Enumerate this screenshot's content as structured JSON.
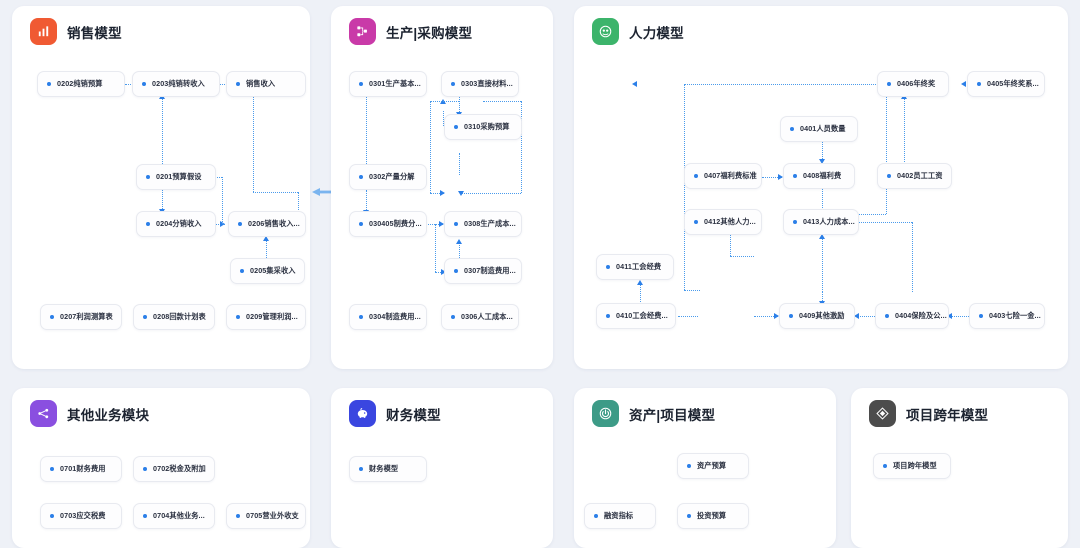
{
  "background_color": "#eef1f7",
  "accent_color": "#2b7fe8",
  "panels": [
    {
      "id": "sales",
      "title": "销售模型",
      "icon_name": "bar-chart-icon",
      "icon_color": "#f05a33",
      "nodes": [
        {
          "id": "0202",
          "label": "0202纯销预算"
        },
        {
          "id": "0203",
          "label": "0203纯销转收入"
        },
        {
          "id": "sales_rev",
          "label": "销售收入"
        },
        {
          "id": "0201",
          "label": "0201预算假设"
        },
        {
          "id": "0204",
          "label": "0204分销收入"
        },
        {
          "id": "0206",
          "label": "0206销售收入..."
        },
        {
          "id": "0205",
          "label": "0205集采收入"
        },
        {
          "id": "0207",
          "label": "0207利润测算表"
        },
        {
          "id": "0208",
          "label": "0208回款计划表"
        },
        {
          "id": "0209",
          "label": "0209管理利润..."
        }
      ]
    },
    {
      "id": "production",
      "title": "生产|采购模型",
      "icon_name": "flow-nodes-icon",
      "icon_color": "#c93aa8",
      "nodes": [
        {
          "id": "0301",
          "label": "0301生产基本..."
        },
        {
          "id": "0303",
          "label": "0303直接材料..."
        },
        {
          "id": "0310",
          "label": "0310采购预算"
        },
        {
          "id": "0302",
          "label": "0302产量分解"
        },
        {
          "id": "030405",
          "label": "030405制费分..."
        },
        {
          "id": "0308",
          "label": "0308生产成本..."
        },
        {
          "id": "0307",
          "label": "0307制造费用..."
        },
        {
          "id": "0304",
          "label": "0304制造费用..."
        },
        {
          "id": "0306",
          "label": "0306人工成本..."
        }
      ]
    },
    {
      "id": "hr",
      "title": "人力模型",
      "icon_name": "people-circle-icon",
      "icon_color": "#3cb46b",
      "nodes": [
        {
          "id": "0406",
          "label": "0406年终奖"
        },
        {
          "id": "0405",
          "label": "0405年终奖系..."
        },
        {
          "id": "0401",
          "label": "0401人员数量"
        },
        {
          "id": "0407",
          "label": "0407福利费标准"
        },
        {
          "id": "0408",
          "label": "0408福利费"
        },
        {
          "id": "0402",
          "label": "0402员工工资"
        },
        {
          "id": "0412",
          "label": "0412其他人力..."
        },
        {
          "id": "0413",
          "label": "0413人力成本..."
        },
        {
          "id": "0411",
          "label": "0411工会经费"
        },
        {
          "id": "0410",
          "label": "0410工会经费..."
        },
        {
          "id": "0409",
          "label": "0409其他激励"
        },
        {
          "id": "0404",
          "label": "0404保险及公..."
        },
        {
          "id": "0403",
          "label": "0403七险一金..."
        }
      ]
    },
    {
      "id": "other_business",
      "title": "其他业务模块",
      "icon_name": "branch-icon",
      "icon_color": "#8a4fe0",
      "nodes": [
        {
          "id": "0701",
          "label": "0701财务费用"
        },
        {
          "id": "0702",
          "label": "0702税金及附加"
        },
        {
          "id": "0703",
          "label": "0703应交税费"
        },
        {
          "id": "0704",
          "label": "0704其他业务..."
        },
        {
          "id": "0705",
          "label": "0705营业外收支"
        }
      ]
    },
    {
      "id": "finance",
      "title": "财务模型",
      "icon_name": "piggy-bank-icon",
      "icon_color": "#3a46e0",
      "nodes": [
        {
          "id": "fin",
          "label": "财务模型"
        }
      ]
    },
    {
      "id": "asset",
      "title": "资产|项目模型",
      "icon_name": "power-circle-icon",
      "icon_color": "#3d9b87",
      "nodes": [
        {
          "id": "asset_budget",
          "label": "资产预算"
        },
        {
          "id": "fin_index",
          "label": "融资指标"
        },
        {
          "id": "invest_budget",
          "label": "投资预算"
        }
      ]
    },
    {
      "id": "cross_year",
      "title": "项目跨年模型",
      "icon_name": "diamond-icon",
      "icon_color": "#4c4c4c",
      "nodes": [
        {
          "id": "cross",
          "label": "项目跨年模型"
        }
      ]
    }
  ]
}
